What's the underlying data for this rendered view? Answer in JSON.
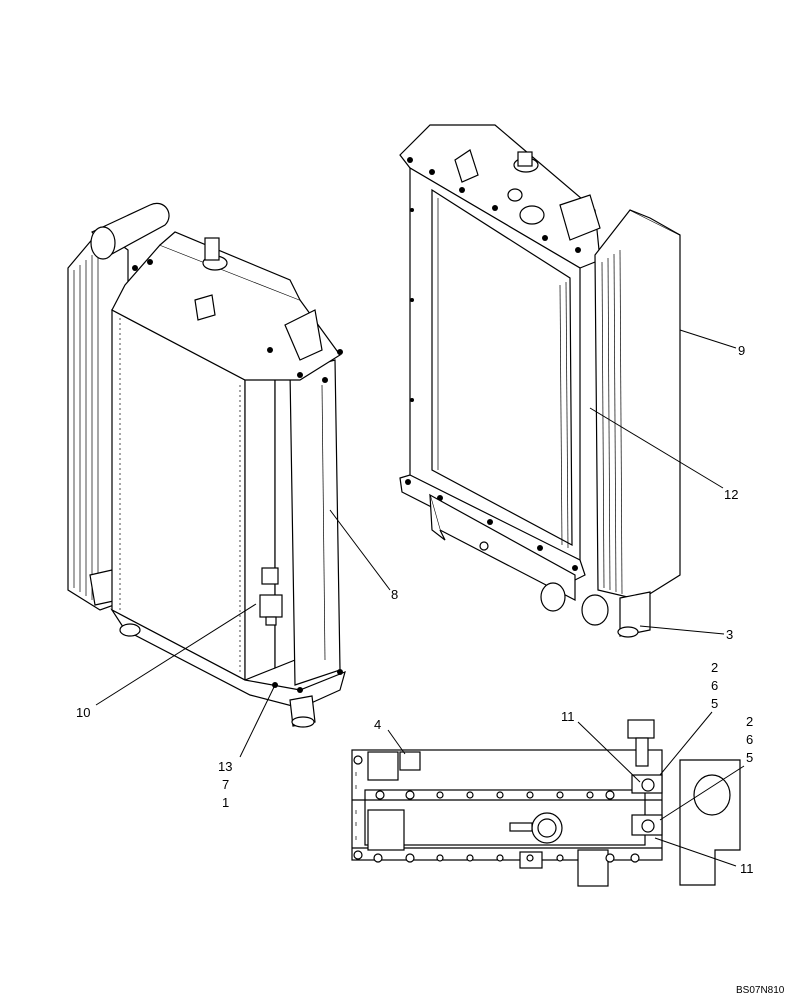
{
  "callouts": {
    "c1": "1",
    "c2a": "2",
    "c2b": "2",
    "c3": "3",
    "c4": "4",
    "c5a": "5",
    "c5b": "5",
    "c6a": "6",
    "c6b": "6",
    "c7": "7",
    "c8": "8",
    "c9": "9",
    "c10": "10",
    "c11a": "11",
    "c11b": "11",
    "c12": "12",
    "c13": "13"
  },
  "drawing_code": "BS07N810"
}
